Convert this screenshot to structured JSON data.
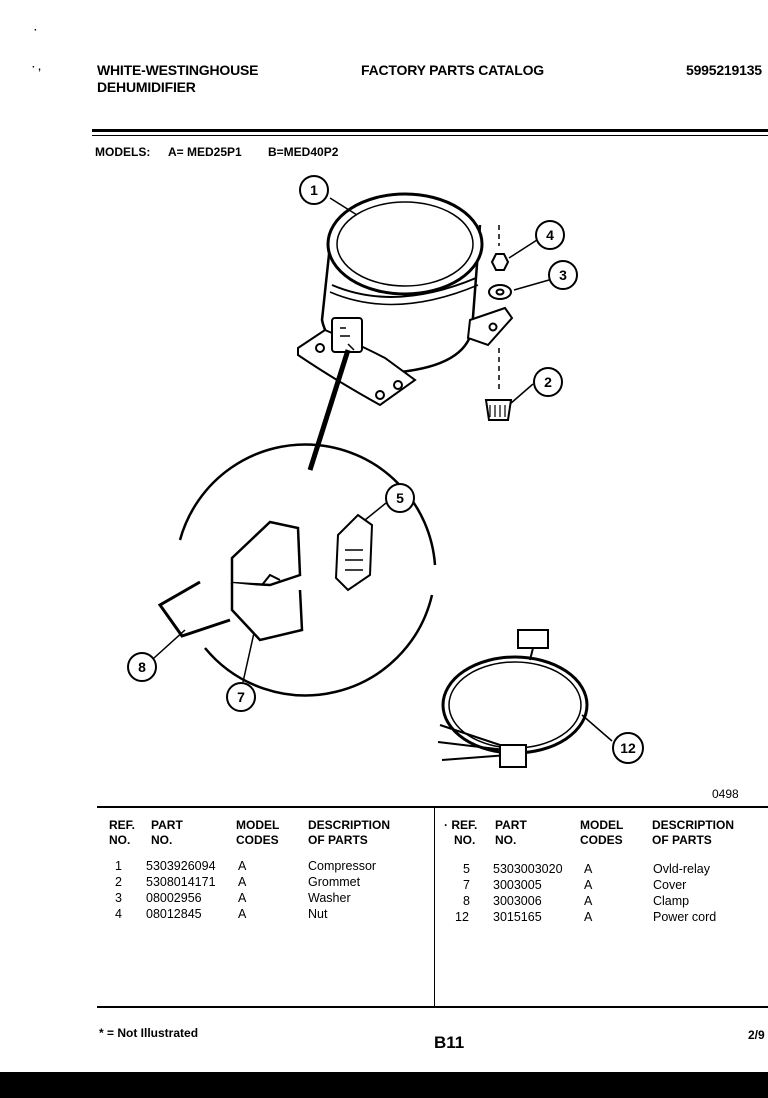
{
  "header": {
    "brand_line1": "WHITE-WESTINGHOUSE",
    "brand_line2": "DEHUMIDIFIER",
    "catalog_title": "FACTORY PARTS CATALOG",
    "catalog_number": "5995219135"
  },
  "models": {
    "label": "MODELS:",
    "model_a": "A= MED25P1",
    "model_b": "B=MED40P2"
  },
  "diagram": {
    "callouts": [
      "1",
      "2",
      "3",
      "4",
      "5",
      "7",
      "8",
      "12"
    ],
    "figure_code": "0498"
  },
  "table": {
    "headers": {
      "ref_1": "REF.",
      "ref_2": "NO.",
      "part_1": "PART",
      "part_2": "NO.",
      "model_1": "MODEL",
      "model_2": "CODES",
      "desc_1": "DESCRIPTION",
      "desc_2": "OF PARTS",
      "right_ref_1": "· REF."
    },
    "left_rows": [
      {
        "ref": "1",
        "part": "5303926094",
        "code": "A",
        "desc": "Compressor"
      },
      {
        "ref": "2",
        "part": "5308014171",
        "code": "A",
        "desc": "Grommet"
      },
      {
        "ref": "3",
        "part": "08002956",
        "code": "A",
        "desc": "Washer"
      },
      {
        "ref": "4",
        "part": "08012845",
        "code": "A",
        "desc": "Nut"
      }
    ],
    "right_rows": [
      {
        "ref": "5",
        "part": "5303003020",
        "code": "A",
        "desc": "Ovld-relay"
      },
      {
        "ref": "7",
        "part": "3003005",
        "code": "A",
        "desc": "Cover"
      },
      {
        "ref": "8",
        "part": "3003006",
        "code": "A",
        "desc": "Clamp"
      },
      {
        "ref": "12",
        "part": "3015165",
        "code": "A",
        "desc": "Power cord"
      }
    ]
  },
  "footer": {
    "note": "* = Not Illustrated",
    "page": "B11",
    "date": "2/9"
  }
}
